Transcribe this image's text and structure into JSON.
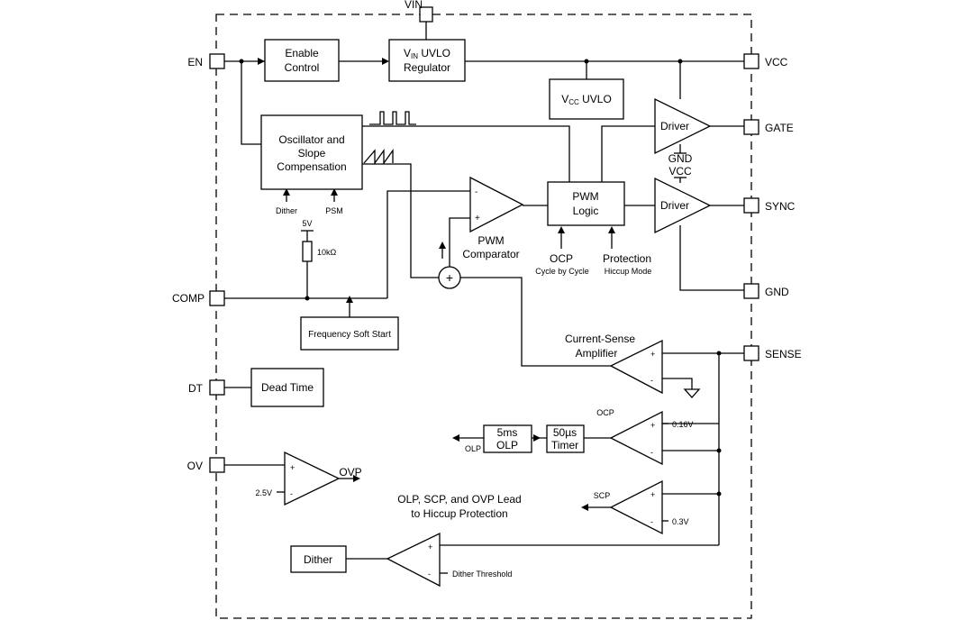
{
  "pins": {
    "vin": "VIN",
    "en": "EN",
    "vcc": "VCC",
    "gate": "GATE",
    "sync": "SYNC",
    "gnd": "GND",
    "comp": "COMP",
    "sense": "SENSE",
    "dt": "DT",
    "ov": "OV"
  },
  "blocks": {
    "enable_control": [
      "Enable",
      "Control"
    ],
    "vin_uvlo": {
      "v": "V",
      "sub": "IN",
      "rest": " UVLO",
      "line2": "Regulator"
    },
    "vcc_uvlo": {
      "v": "V",
      "sub": "CC",
      "rest": " UVLO"
    },
    "oscillator": [
      "Oscillator and",
      "Slope",
      "Compensation"
    ],
    "pwm_logic": [
      "PWM",
      "Logic"
    ],
    "driver_gate": "Driver",
    "driver_sync": "Driver",
    "freq_soft_start": "Frequency Soft Start",
    "dead_time": "Dead Time",
    "olp_5ms": [
      "5ms",
      "OLP"
    ],
    "timer_50us": [
      "50µs",
      "Timer"
    ],
    "dither_block": "Dither"
  },
  "labels": {
    "dither_in": "Dither",
    "psm_in": "PSM",
    "five_v": "5V",
    "resistor": "10kΩ",
    "pwm_comparator": [
      "PWM",
      "Comparator"
    ],
    "ocp": "OCP",
    "cycle_by_cycle": "Cycle by Cycle",
    "protection": "Protection",
    "hiccup_mode": "Hiccup Mode",
    "gnd_driver": "GND",
    "vcc_driver": "VCC",
    "current_sense": [
      "Current-Sense",
      "Amplifier"
    ],
    "ocp_comp": "OCP",
    "ocp_threshold": "0.16V",
    "olp_out": "OLP",
    "scp_comp": "SCP",
    "scp_threshold": "0.3V",
    "ovp": "OVP",
    "ov_ref": "2.5V",
    "hiccup_note": [
      "OLP, SCP, and OVP Lead",
      "to Hiccup Protection"
    ],
    "dither_threshold": "Dither Threshold",
    "plus": "+",
    "minus": "-",
    "sum": "+"
  }
}
